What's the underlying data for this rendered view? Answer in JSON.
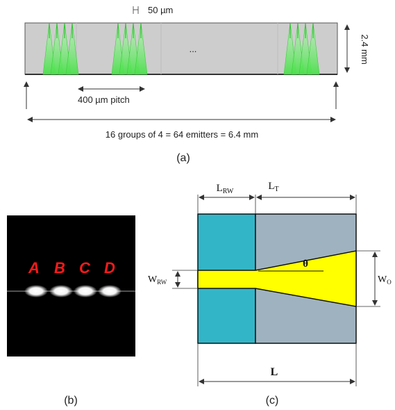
{
  "panel_a": {
    "spacing_label": "50 µm",
    "height_label": "2.4 mm",
    "ellipsis": "...",
    "pitch_label": "400 µm pitch",
    "total_label": "16 groups of 4 = 64 emitters = 6.4 mm",
    "caption": "(a)"
  },
  "panel_b": {
    "emitter_labels": [
      "A",
      "B",
      "C",
      "D"
    ],
    "caption": "(b)"
  },
  "panel_c": {
    "l_rw": "L",
    "l_rw_sub": "RW",
    "l_t": "L",
    "l_t_sub": "T",
    "w_rw": "W",
    "w_rw_sub": "RW",
    "w_o": "W",
    "w_o_sub": "O",
    "theta": "θ",
    "l_total": "L",
    "caption": "(c)"
  },
  "colors": {
    "ridge_section": "#33b5c8",
    "taper_section": "#9fb2c0",
    "waveguide": "#ffff00",
    "emitter_green": "#7df07d",
    "label_red": "#ff1a1a"
  }
}
